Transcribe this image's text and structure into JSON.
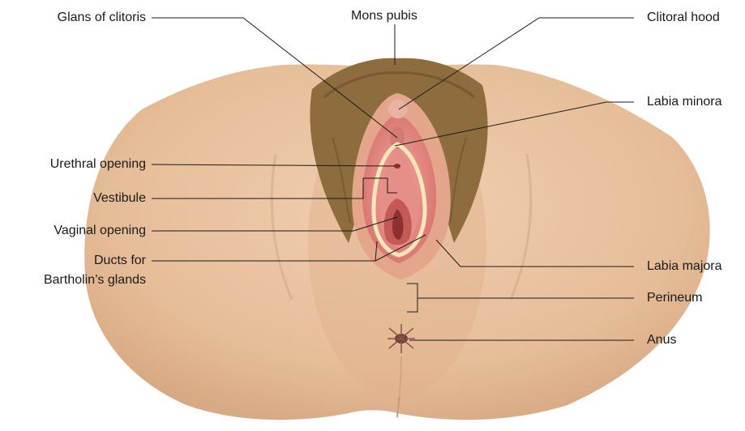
{
  "labels": {
    "glans": "Glans of clitoris",
    "mons": "Mons pubis",
    "hood": "Clitoral hood",
    "minora": "Labia minora",
    "urethral": "Urethral opening",
    "vestibule": "Vestibule",
    "vaginal": "Vaginal opening",
    "ducts_line1": "Ducts for",
    "ducts_line2": "Bartholin’s glands",
    "majora": "Labia majora",
    "perineum": "Perineum",
    "anus": "Anus"
  },
  "colors": {
    "skin": "#e8c1a0",
    "skin_shadow": "#cf9f7c",
    "hair": "#8a6a3c",
    "tissue": "#e48d88",
    "tissue_dark": "#b8504c",
    "leader": "#1a1a1a"
  }
}
